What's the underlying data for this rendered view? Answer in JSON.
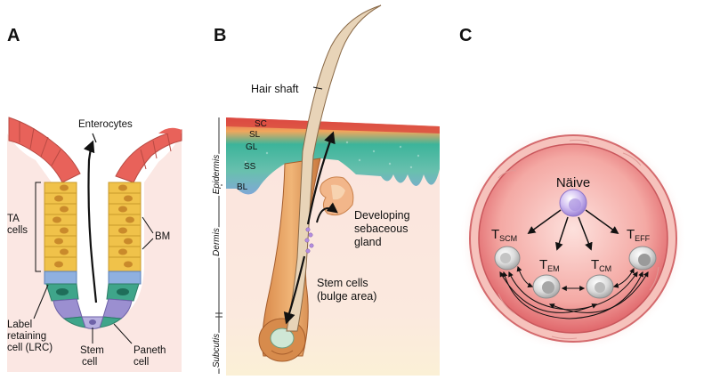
{
  "panels": {
    "a": {
      "label": "A",
      "labels": {
        "enterocytes": "Enterocytes",
        "ta_cells_1": "TA",
        "ta_cells_2": "cells",
        "bm": "BM",
        "lrc_1": "Label",
        "lrc_2": "retaining",
        "lrc_3": "cell (LRC)",
        "stem_1": "Stem",
        "stem_2": "cell",
        "paneth_1": "Paneth",
        "paneth_2": "cell"
      }
    },
    "b": {
      "label": "B",
      "labels": {
        "hair_shaft": "Hair shaft",
        "sc": "SC",
        "sl": "SL",
        "gl": "GL",
        "ss": "SS",
        "bl": "BL",
        "gland_1": "Developing",
        "gland_2": "sebaceous",
        "gland_3": "gland",
        "bulge_1": "Stem cells",
        "bulge_2": "(bulge area)",
        "epidermis": "Epidermis",
        "dermis": "Dermis",
        "subcutis": "Subcutis"
      }
    },
    "c": {
      "label": "C",
      "labels": {
        "naive": "Näive",
        "tscm_main": "T",
        "tscm_sub": "SCM",
        "tem_main": "T",
        "tem_sub": "EM",
        "tcm_main": "T",
        "tcm_sub": "CM",
        "teff_main": "T",
        "teff_sub": "EFF"
      }
    }
  },
  "colors": {
    "enterocyte": "#e8625a",
    "ta_cell": "#f0c24a",
    "lrc": "#8fb0e0",
    "stem": "#9b8fd0",
    "paneth": "#3fa58a",
    "tissue": "#fbe7e3",
    "naive": "#c9b6ec",
    "vessel": "#e5787b"
  }
}
